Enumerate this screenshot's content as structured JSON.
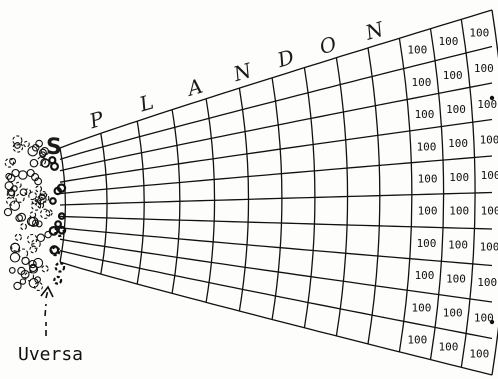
{
  "title": "SPLANDON",
  "source_label": "Uversa",
  "cell_value": "100",
  "grid": {
    "columns": 13,
    "rows": 10,
    "filled_columns": 3
  },
  "colors": {
    "ink": "#111111",
    "paper": "#fdfdfb"
  }
}
